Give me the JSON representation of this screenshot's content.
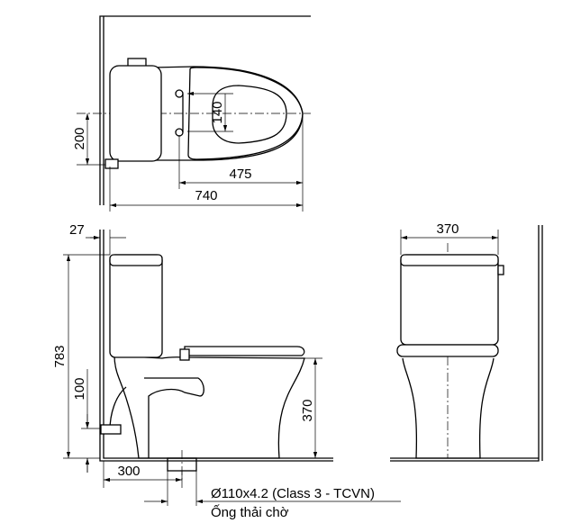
{
  "top_view": {
    "dim_seat_bolts": "140",
    "dim_wall_offset": "200",
    "dim_bolt_to_front": "475",
    "dim_total_length": "740"
  },
  "side_view": {
    "dim_tank_gap": "27",
    "dim_total_height": "783",
    "dim_valve_height": "100",
    "dim_seat_height": "370",
    "dim_outlet_distance": "300"
  },
  "front_view": {
    "dim_width": "370"
  },
  "outlet_note": {
    "spec": "Ø110x4.2 (Class 3 - TCVN)",
    "label": "Ống thải chờ"
  }
}
